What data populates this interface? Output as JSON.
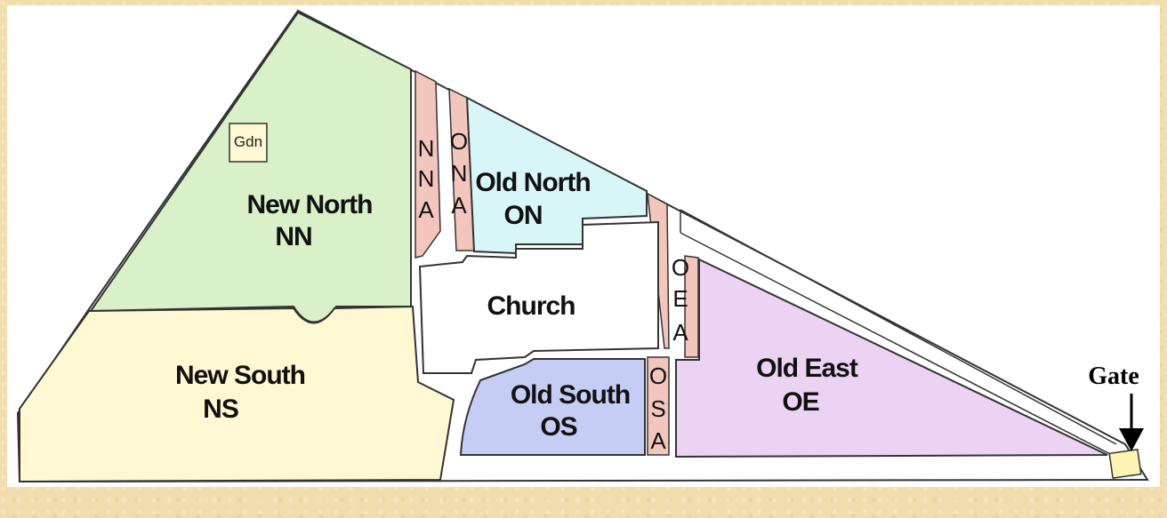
{
  "map": {
    "sections": {
      "new_north": {
        "name": "New North",
        "code": "NN"
      },
      "new_south": {
        "name": "New South",
        "code": "NS"
      },
      "old_north": {
        "name": "Old North",
        "code": "ON"
      },
      "old_south": {
        "name": "Old South",
        "code": "OS"
      },
      "old_east": {
        "name": "Old East",
        "code": "OE"
      },
      "church": {
        "name": "Church"
      }
    },
    "aisles": {
      "nna": [
        "N",
        "N",
        "A"
      ],
      "ona": [
        "O",
        "N",
        "A"
      ],
      "oea": [
        "O",
        "E",
        "A"
      ],
      "osa": [
        "O",
        "S",
        "A"
      ]
    },
    "garden": "Gdn",
    "gate": "Gate",
    "colors": {
      "background": "#f1ddae",
      "new_north": "#d9f0c8",
      "new_south": "#fff8d2",
      "old_north": "#d8f6f8",
      "old_south": "#c5cdf4",
      "old_east": "#ecd3f4",
      "aisle": "#f2c6bd",
      "path": "#ffffff",
      "gate": "#fdf3b4"
    }
  }
}
